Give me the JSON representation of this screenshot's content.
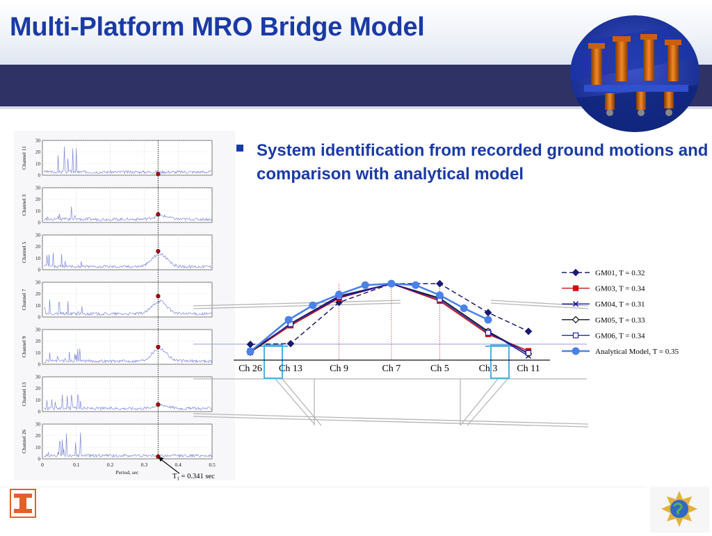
{
  "slide": {
    "title": "Multi-Platform MRO Bridge Model",
    "bullet": "System identification from recorded ground motions and comparison with analytical model"
  },
  "colors": {
    "title": "#1a3aa6",
    "band": "#2e3264",
    "spectrum": "#7b86d8",
    "marker": "#cc0000"
  },
  "icons": {
    "logo": "block-i-logo-icon",
    "globe": "globe-seal-icon",
    "bullet": "square-bullet-icon"
  },
  "spectra_chart": {
    "type": "line",
    "xlabel": "Period, sec",
    "xticks": [
      "0",
      "0.1",
      "0.2",
      "0.3",
      "0.4",
      "0.5"
    ],
    "yticks": [
      "0",
      "10",
      "20",
      "30"
    ],
    "xlim": [
      0,
      0.5
    ],
    "ylim": [
      0,
      30
    ],
    "period_marker_x": 0.341,
    "period_annotation_main": "T",
    "period_annotation_sub": "1",
    "period_annotation_rest": " = 0.341 sec",
    "panels": [
      {
        "label": "Channel 11",
        "marker_y": 1
      },
      {
        "label": "Channel 3",
        "marker_y": 7
      },
      {
        "label": "Channel 5",
        "marker_y": 16
      },
      {
        "label": "Channel 7",
        "marker_y": 18
      },
      {
        "label": "Channel 9",
        "marker_y": 15
      },
      {
        "label": "Channel 13",
        "marker_y": 6
      },
      {
        "label": "Channel 26",
        "marker_y": 2
      }
    ]
  },
  "chart_data": {
    "type": "line",
    "categories": [
      "Ch 26",
      "Ch 13",
      "Ch 9",
      "Ch 7",
      "Ch 5",
      "Ch 3",
      "Ch 11"
    ],
    "category_x": [
      0,
      1,
      2.2,
      3.5,
      4.7,
      5.9,
      6.9
    ],
    "ylim": [
      0,
      1.05
    ],
    "legend": "right",
    "series": [
      {
        "name": "GM01, T  = 0.32",
        "color": "#1a1a6e",
        "dash": "7,4",
        "marker": "diamond-filled",
        "x": [
          0,
          1,
          2.2,
          3.5,
          4.7,
          5.9,
          6.9
        ],
        "values": [
          0.16,
          0.17,
          0.74,
          1.0,
          1.0,
          0.6,
          0.34
        ]
      },
      {
        "name": "GM03, T  = 0.34",
        "color": "#cc1111",
        "dash": "",
        "marker": "square-filled",
        "x": [
          0,
          1,
          2.2,
          3.5,
          4.7,
          5.9,
          6.9
        ],
        "values": [
          0.05,
          0.42,
          0.8,
          1.0,
          0.76,
          0.3,
          0.07
        ]
      },
      {
        "name": "GM04, T  = 0.31",
        "color": "#1515a0",
        "dash": "",
        "marker": "x",
        "x": [
          0,
          1,
          2.2,
          3.5,
          4.7,
          5.9,
          6.9
        ],
        "values": [
          0.06,
          0.44,
          0.81,
          1.0,
          0.8,
          0.34,
          0.0
        ]
      },
      {
        "name": "GM05, T  = 0.33",
        "color": "#111111",
        "dash": "",
        "marker": "diamond-open",
        "x": [
          0,
          1,
          2.2,
          3.5,
          4.7,
          5.9,
          6.9
        ],
        "values": [
          0.05,
          0.45,
          0.83,
          1.0,
          0.8,
          0.34,
          0.03
        ]
      },
      {
        "name": "GM06, T  = 0.34",
        "color": "#2222aa",
        "dash": "",
        "marker": "square-open",
        "x": [
          0,
          1,
          2.2,
          3.5,
          4.7,
          5.9,
          6.9
        ],
        "values": [
          0.07,
          0.44,
          0.82,
          1.0,
          0.78,
          0.32,
          0.04
        ]
      },
      {
        "name": "Analytical Model, T  = 0.35",
        "color": "#4a82e8",
        "dash": "",
        "marker": "circle-filled",
        "x": [
          0,
          0.95,
          1.55,
          2.2,
          2.85,
          3.5,
          4.1,
          4.7,
          5.3,
          5.9
        ],
        "values": [
          0.06,
          0.5,
          0.7,
          0.85,
          0.98,
          1.0,
          0.98,
          0.84,
          0.66,
          0.5
        ]
      }
    ]
  }
}
